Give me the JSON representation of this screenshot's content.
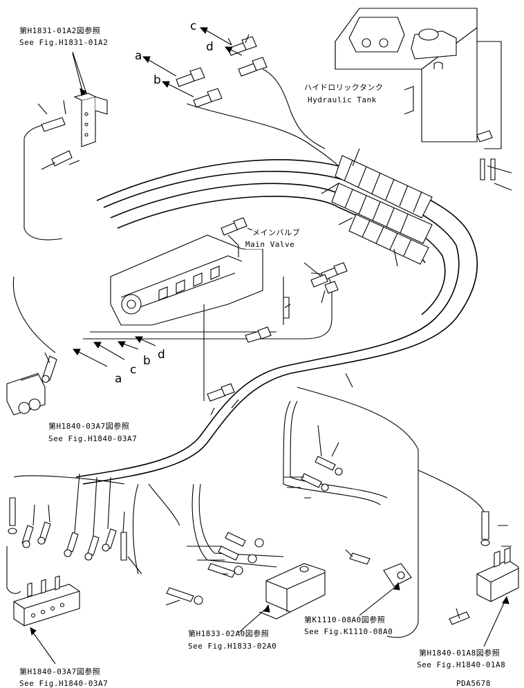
{
  "refs": {
    "h1831_jp": "第H1831-01A2図参照",
    "h1831_en": "See Fig.H1831-01A2",
    "tank_jp": "ハイドロリックタンク",
    "tank_en": "Hydraulic Tank",
    "valve_jp": "メインバルブ",
    "valve_en": "Main Valve",
    "h1840_03a7_top_jp": "第H1840-03A7図参照",
    "h1840_03a7_top_en": "See Fig.H1840-03A7",
    "h1833_jp": "第H1833-02A0図参照",
    "h1833_en": "See Fig.H1833-02A0",
    "k1110_jp": "第K1110-08A0図参照",
    "k1110_en": "See Fig.K1110-08A0",
    "h1840_01a8_jp": "第H1840-01A8図参照",
    "h1840_01a8_en": "See Fig.H1840-01A8",
    "h1840_03a7_bot_jp": "第H1840-03A7図参照",
    "h1840_03a7_bot_en": "See Fig.H1840-03A7"
  },
  "letters": {
    "top_c": "c",
    "top_d": "d",
    "top_a": "a",
    "top_b": "b",
    "mid_a": "a",
    "mid_c": "c",
    "mid_b": "b",
    "mid_d": "d"
  },
  "drawing_code": "PDA5678"
}
